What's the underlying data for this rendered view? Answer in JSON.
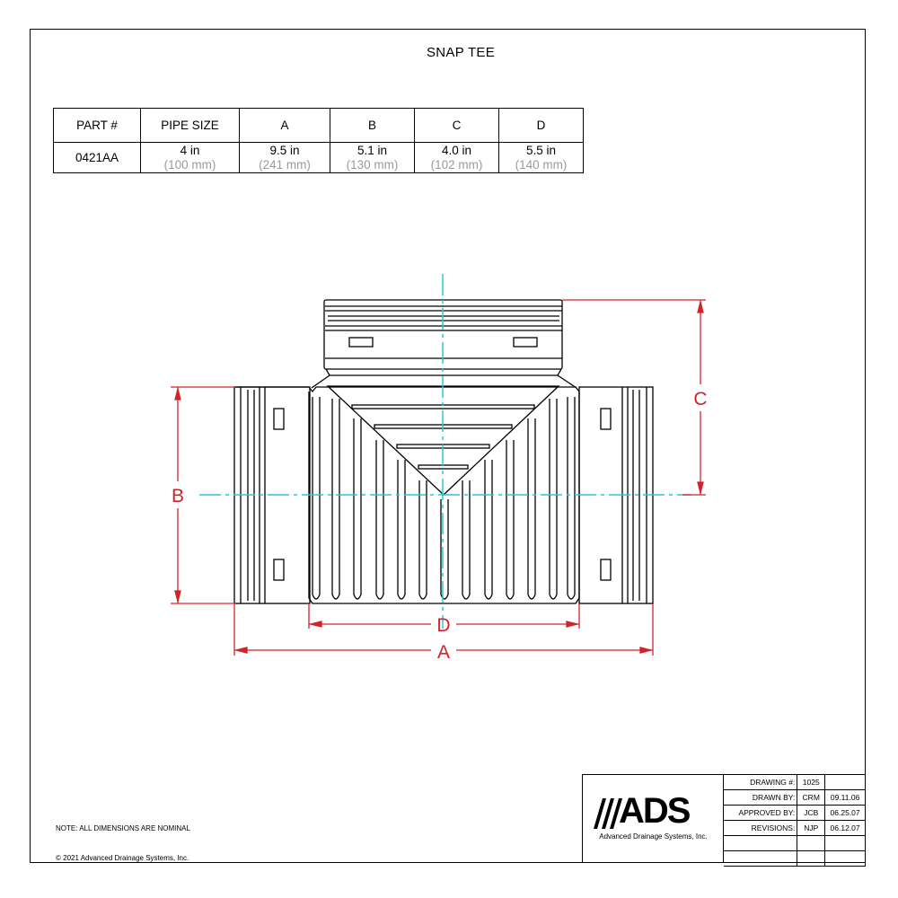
{
  "title": "SNAP TEE",
  "table": {
    "headers": [
      "PART #",
      "PIPE SIZE",
      "A",
      "B",
      "C",
      "D"
    ],
    "row": {
      "part": "0421AA",
      "pipe_size": {
        "in": "4 in",
        "mm": "(100 mm)"
      },
      "a": {
        "in": "9.5 in",
        "mm": "(241 mm)"
      },
      "b": {
        "in": "5.1 in",
        "mm": "(130 mm)"
      },
      "c": {
        "in": "4.0 in",
        "mm": "(102 mm)"
      },
      "d": {
        "in": "5.5 in",
        "mm": "(140 mm)"
      }
    }
  },
  "dims": {
    "a": "A",
    "b": "B",
    "c": "C",
    "d": "D"
  },
  "note": "NOTE: ALL DIMENSIONS ARE NOMINAL",
  "copyright": "© 2021 Advanced Drainage Systems, Inc.",
  "logo": {
    "text": "ADS",
    "sub": "Advanced Drainage Systems, Inc."
  },
  "title_block": {
    "drawing_label": "DRAWING #:",
    "drawing_no": "1025",
    "drawn_label": "DRAWN BY:",
    "drawn_by": "CRM",
    "drawn_date": "09.11.06",
    "approved_label": "APPROVED BY:",
    "approved_by": "JCB",
    "approved_date": "06.25.07",
    "revisions_label": "REVISIONS:",
    "revisions_by": "NJP",
    "revisions_date": "06.12.07"
  },
  "colors": {
    "dimension": "#d3232a",
    "centerline": "#29c6dc",
    "outline": "#000000"
  }
}
